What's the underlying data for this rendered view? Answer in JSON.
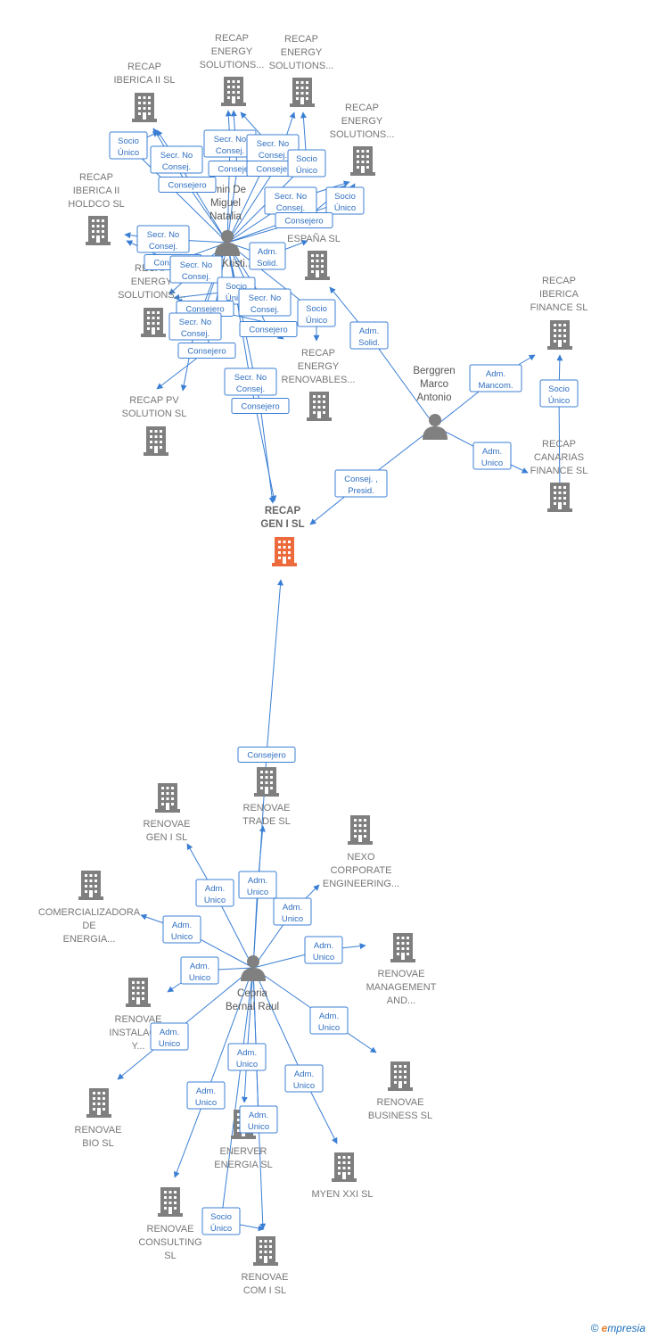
{
  "colors": {
    "edge": "#3b7fd4",
    "building": "#7f7f7f",
    "center": "#ec6a3c",
    "person": "#808080"
  },
  "nodes": [
    {
      "id": "recap_gen",
      "type": "center",
      "lines": [
        "RECAP",
        "GEN I  SL"
      ]
    },
    {
      "id": "recap_energy1",
      "type": "company",
      "lines": [
        "RECAP",
        "ENERGY",
        "SOLUTIONS..."
      ]
    },
    {
      "id": "recap_energy2",
      "type": "company",
      "lines": [
        "RECAP",
        "ENERGY",
        "SOLUTIONS..."
      ]
    },
    {
      "id": "recap_iberica2",
      "type": "company",
      "lines": [
        "RECAP",
        "IBERICA II  SL"
      ]
    },
    {
      "id": "recap_energy3",
      "type": "company",
      "lines": [
        "RECAP",
        "ENERGY",
        "SOLUTIONS..."
      ]
    },
    {
      "id": "recap_iberica2_holdco",
      "type": "company",
      "lines": [
        "RECAP",
        "IBERICA II",
        "HOLDCO  SL"
      ]
    },
    {
      "id": "recap_espana",
      "type": "company",
      "lines": [
        "ESPAÑA  SL"
      ]
    },
    {
      "id": "recap_energy4",
      "type": "company",
      "lines": [
        "RECAP",
        "ENERGY",
        "SOLUTIONS...."
      ]
    },
    {
      "id": "recap_renovables",
      "type": "company",
      "lines": [
        "RECAP",
        "ENERGY",
        "RENOVABLES..."
      ]
    },
    {
      "id": "recap_pv",
      "type": "company",
      "lines": [
        "RECAP PV",
        "SOLUTION  SL"
      ]
    },
    {
      "id": "recap_iberica_fin",
      "type": "company",
      "lines": [
        "RECAP",
        "IBERICA",
        "FINANCE  SL"
      ]
    },
    {
      "id": "recap_canarias",
      "type": "company",
      "lines": [
        "RECAP",
        "CANARIAS",
        "FINANCE  SL"
      ]
    },
    {
      "id": "p_natalia",
      "type": "person",
      "lines": [
        "...min De",
        "Miguel",
        "Natalia"
      ]
    },
    {
      "id": "p_kristi",
      "type": "person",
      "lines": [
        "...Kristi..."
      ]
    },
    {
      "id": "p_berggren",
      "type": "person",
      "lines": [
        "Berggren",
        "Marco",
        "Antonio"
      ]
    },
    {
      "id": "renovae_trade",
      "type": "company",
      "lines": [
        "RENOVAE",
        "TRADE SL"
      ]
    },
    {
      "id": "renovae_gen",
      "type": "company",
      "lines": [
        "RENOVAE",
        "GEN I  SL"
      ]
    },
    {
      "id": "nexo",
      "type": "company",
      "lines": [
        "NEXO",
        "CORPORATE",
        "ENGINEERING..."
      ]
    },
    {
      "id": "comercializadora",
      "type": "company",
      "lines": [
        "COMERCIALIZADORA",
        "DE",
        "ENERGIA..."
      ]
    },
    {
      "id": "renovae_mgmt",
      "type": "company",
      "lines": [
        "RENOVAE",
        "MANAGEMENT",
        "AND..."
      ]
    },
    {
      "id": "renovae_inst",
      "type": "company",
      "lines": [
        "RENOVAE",
        "INSTALACI...",
        "Y..."
      ]
    },
    {
      "id": "renovae_business",
      "type": "company",
      "lines": [
        "RENOVAE",
        "BUSINESS SL"
      ]
    },
    {
      "id": "renovae_bio",
      "type": "company",
      "lines": [
        "RENOVAE",
        "BIO  SL"
      ]
    },
    {
      "id": "enerver",
      "type": "company",
      "lines": [
        "ENERVER",
        "ENERGIA  SL"
      ]
    },
    {
      "id": "myen",
      "type": "company",
      "lines": [
        "MYEN XXI  SL"
      ]
    },
    {
      "id": "renovae_consulting",
      "type": "company",
      "lines": [
        "RENOVAE",
        "CONSULTING",
        "SL"
      ]
    },
    {
      "id": "renovae_com",
      "type": "company",
      "lines": [
        "RENOVAE",
        "COM I  SL"
      ]
    },
    {
      "id": "p_cepria",
      "type": "person",
      "lines": [
        "Cepria",
        "Bernal Raul"
      ]
    }
  ],
  "edges": [
    {
      "label": [
        "Socio",
        "Único"
      ]
    },
    {
      "label": [
        "Secr.  No",
        "Consej."
      ]
    },
    {
      "label": [
        "Consejero"
      ]
    },
    {
      "label": [
        "Secr.  No",
        "Consej."
      ]
    },
    {
      "label": [
        "Consejero"
      ]
    },
    {
      "label": [
        "Secr.  No",
        "Consej."
      ]
    },
    {
      "label": [
        "Consejero"
      ]
    },
    {
      "label": [
        "Socio",
        "Único"
      ]
    },
    {
      "label": [
        "Secr.  No",
        "Consej."
      ]
    },
    {
      "label": [
        "Socio",
        "Único"
      ]
    },
    {
      "label": [
        "Consejero"
      ]
    },
    {
      "label": [
        "Secr.  No",
        "Consej."
      ]
    },
    {
      "label": [
        "Consejero"
      ]
    },
    {
      "label": [
        "Adm.",
        "Solid."
      ]
    },
    {
      "label": [
        "Secr.  No",
        "Consej."
      ]
    },
    {
      "label": [
        "Socio",
        "Único"
      ]
    },
    {
      "label": [
        "Secr.  No",
        "Consej."
      ]
    },
    {
      "label": [
        "Consejero"
      ]
    },
    {
      "label": [
        "Socio",
        "Único"
      ]
    },
    {
      "label": [
        "Secr.  No",
        "Consej."
      ]
    },
    {
      "label": [
        "Consejero"
      ]
    },
    {
      "label": [
        "Consejero"
      ]
    },
    {
      "label": [
        "Secr.  No",
        "Consej."
      ]
    },
    {
      "label": [
        "Consejero"
      ]
    },
    {
      "label": [
        "Adm.",
        "Solid."
      ]
    },
    {
      "label": [
        "Adm.",
        "Mancom."
      ]
    },
    {
      "label": [
        "Socio",
        "Único"
      ]
    },
    {
      "label": [
        "Adm.",
        "Unico"
      ]
    },
    {
      "label": [
        "Consej. ,",
        "Presid."
      ]
    },
    {
      "label": [
        "Consejero"
      ]
    },
    {
      "label": [
        "Adm.",
        "Unico"
      ]
    },
    {
      "label": [
        "Adm.",
        "Unico"
      ]
    },
    {
      "label": [
        "Adm.",
        "Unico"
      ]
    },
    {
      "label": [
        "Adm.",
        "Unico"
      ]
    },
    {
      "label": [
        "Adm.",
        "Unico"
      ]
    },
    {
      "label": [
        "Adm.",
        "Unico"
      ]
    },
    {
      "label": [
        "Adm.",
        "Unico"
      ]
    },
    {
      "label": [
        "Adm.",
        "Unico"
      ]
    },
    {
      "label": [
        "Adm.",
        "Unico"
      ]
    },
    {
      "label": [
        "Adm.",
        "Unico"
      ]
    },
    {
      "label": [
        "Adm.",
        "Unico"
      ]
    },
    {
      "label": [
        "Adm.",
        "Unico"
      ]
    },
    {
      "label": [
        "Adm.",
        "Unico"
      ]
    },
    {
      "label": [
        "Socio",
        "Único"
      ]
    }
  ],
  "copyright": {
    "symbol": "©",
    "brand_first": "e",
    "brand_rest": "mpresia"
  }
}
